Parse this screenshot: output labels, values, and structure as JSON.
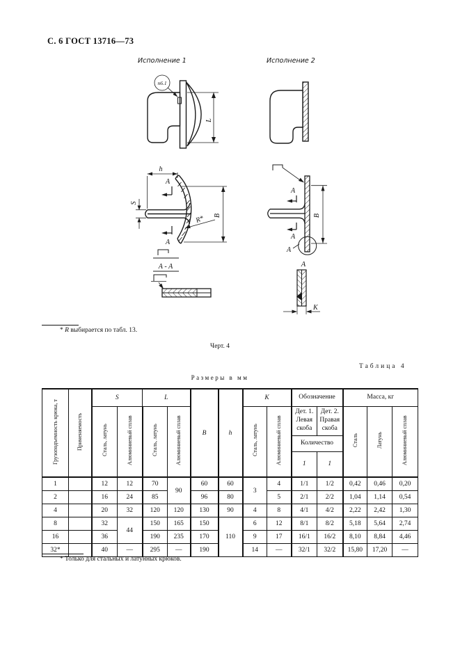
{
  "page": {
    "header_label": "С. 6 ГОСТ 13716—73"
  },
  "figure": {
    "variant1_label": "Исполнение 1",
    "variant2_label": "Исполнение 2",
    "callout_label": "п6.1",
    "dim_L": "L",
    "dim_h": "h",
    "dim_S": "S",
    "dim_B": "B",
    "dim_R": "R*",
    "dim_K": "К",
    "section_letter": "A",
    "section_title": "А - А",
    "detail_title": "А",
    "caption": "Черт. 4",
    "footnote_star": "* ",
    "footnote_var": "R",
    "footnote_rest": " выбирается по табл. 13."
  },
  "table": {
    "caption": "Таблица 4",
    "units_label": "Размеры в мм",
    "head": {
      "load": "Грузоподъемность крюка, т",
      "applicability": "Применяемость",
      "S": "S",
      "L": "L",
      "K": "К",
      "designation": "Обозначение",
      "mass": "Масса, кг",
      "steel_brass": "Сталь, латунь",
      "alum": "Алюминиевый сплав",
      "B": "B",
      "h": "h",
      "det1": "Дет. 1.\nЛевая\nскоба",
      "det2": "Дет. 2.\nПравая\nскоба",
      "quantity": "Количество",
      "qty1": "1",
      "qty2": "1",
      "mass_steel": "Сталь",
      "mass_brass": "Латунь",
      "mass_alum": "Алюминиевый сплав"
    },
    "rows": [
      {
        "load": "1",
        "app": "",
        "s_steel": "12",
        "s_alum": "12",
        "l_steel": "70",
        "l_alum": "90",
        "b": "60",
        "h": "60",
        "k_steel": "3",
        "k_alum": "4",
        "det1": "1/1",
        "det2": "1/2",
        "m_steel": "0,42",
        "m_brass": "0,46",
        "m_alum": "0,20"
      },
      {
        "load": "2",
        "app": "",
        "s_steel": "16",
        "s_alum": "24",
        "l_steel": "85",
        "b": "96",
        "h": "80",
        "k_alum": "5",
        "det1": "2/1",
        "det2": "2/2",
        "m_steel": "1,04",
        "m_brass": "1,14",
        "m_alum": "0,54"
      },
      {
        "load": "4",
        "app": "",
        "s_steel": "20",
        "s_alum": "32",
        "l_steel": "120",
        "l_alum": "120",
        "b": "130",
        "h": "90",
        "k_steel": "4",
        "k_alum": "8",
        "det1": "4/1",
        "det2": "4/2",
        "m_steel": "2,22",
        "m_brass": "2,42",
        "m_alum": "1,30"
      },
      {
        "load": "8",
        "app": "",
        "s_steel": "32",
        "s_alum": "44",
        "l_steel": "150",
        "l_alum": "165",
        "b": "150",
        "h": "110",
        "k_steel": "6",
        "k_alum": "12",
        "det1": "8/1",
        "det2": "8/2",
        "m_steel": "5,18",
        "m_brass": "5,64",
        "m_alum": "2,74"
      },
      {
        "load": "16",
        "app": "",
        "s_steel": "36",
        "l_steel": "190",
        "l_alum": "235",
        "b": "170",
        "k_steel": "9",
        "k_alum": "17",
        "det1": "16/1",
        "det2": "16/2",
        "m_steel": "8,10",
        "m_brass": "8,84",
        "m_alum": "4,46"
      },
      {
        "load": "32*",
        "app": "",
        "s_steel": "40",
        "s_alum": "—",
        "l_steel": "295",
        "l_alum": "—",
        "b": "190",
        "k_steel": "14",
        "k_alum": "—",
        "det1": "32/1",
        "det2": "32/2",
        "m_steel": "15,80",
        "m_brass": "17,20",
        "m_alum": "—"
      }
    ],
    "footnote": "* Только для стальных и латунных крюков."
  }
}
